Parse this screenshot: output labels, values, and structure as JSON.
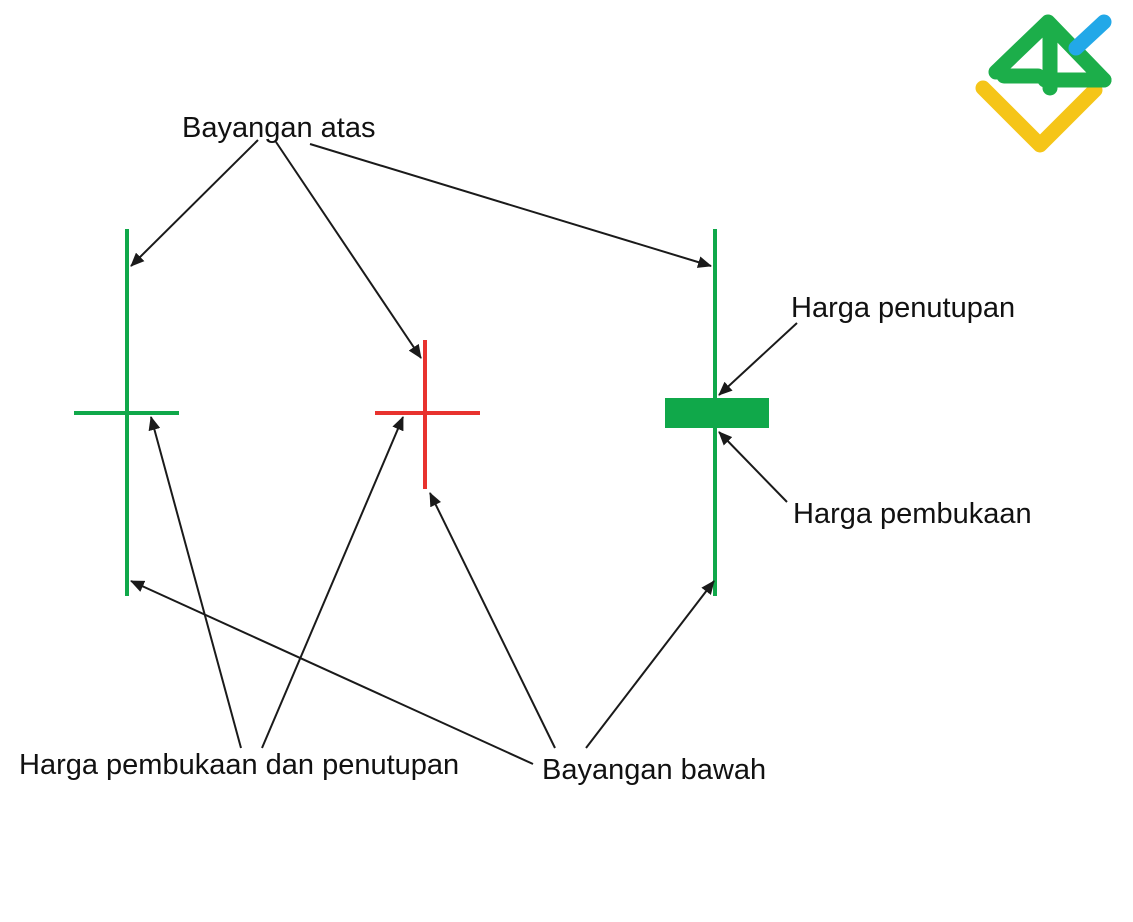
{
  "labels": {
    "upper_shadow": "Bayangan atas",
    "close_price": "Harga penutupan",
    "open_price": "Harga pembukaan",
    "open_close_price": "Harga pembukaan dan penutupan",
    "lower_shadow": "Bayangan bawah"
  },
  "candles": [
    {
      "name": "green-doji",
      "color": "#10a84a"
    },
    {
      "name": "red-doji",
      "color": "#e8322e"
    },
    {
      "name": "green-thin-candle",
      "color": "#10a84a"
    }
  ],
  "colors": {
    "arrow": "#1a1a1a",
    "logo_green": "#1cae4a",
    "logo_blue": "#22a8e8",
    "logo_yellow": "#f5c518",
    "background": "#ffffff"
  },
  "icons": {
    "logo": "brand-logo-icon"
  }
}
